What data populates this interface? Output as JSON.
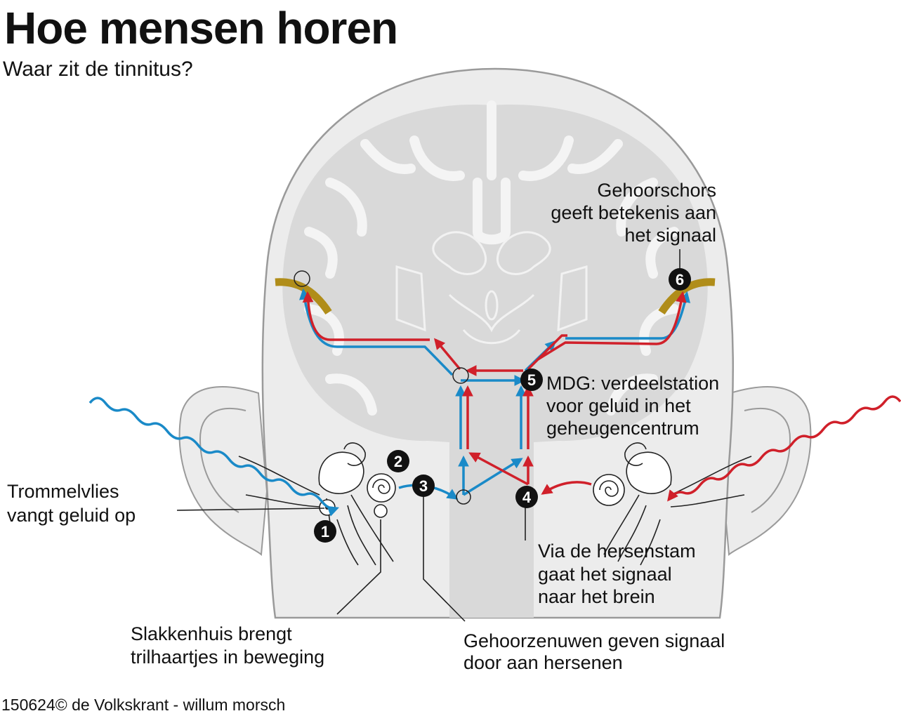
{
  "title": "Hoe mensen horen",
  "subtitle": "Waar zit de tinnitus?",
  "labels": {
    "trommelvlies": [
      "Trommelvlies",
      "vangt geluid op"
    ],
    "slakkenhuis": [
      "Slakkenhuis brengt",
      "trilhaartjes in beweging"
    ],
    "gehoorzenuwen": [
      "Gehoorzenuwen geven signaal",
      "door aan hersenen"
    ],
    "hersenstam": [
      "Via de hersenstam",
      "gaat het signaal",
      "naar het brein"
    ],
    "mdg": [
      "MDG: verdeelstation",
      "voor geluid in het",
      "geheugencentrum"
    ],
    "gehoorschors": [
      "Gehoorschors",
      "geeft betekenis aan",
      "het signaal"
    ]
  },
  "markers": [
    "1",
    "2",
    "3",
    "4",
    "5",
    "6"
  ],
  "credit": "150624© de Volkskrant - willum morsch",
  "colors": {
    "blue_path": "#1a8ac8",
    "red_path": "#d0202a",
    "cortex": "#b08d1a",
    "head": "#ebebeb",
    "brain": "#dadada",
    "line": "#222222"
  }
}
